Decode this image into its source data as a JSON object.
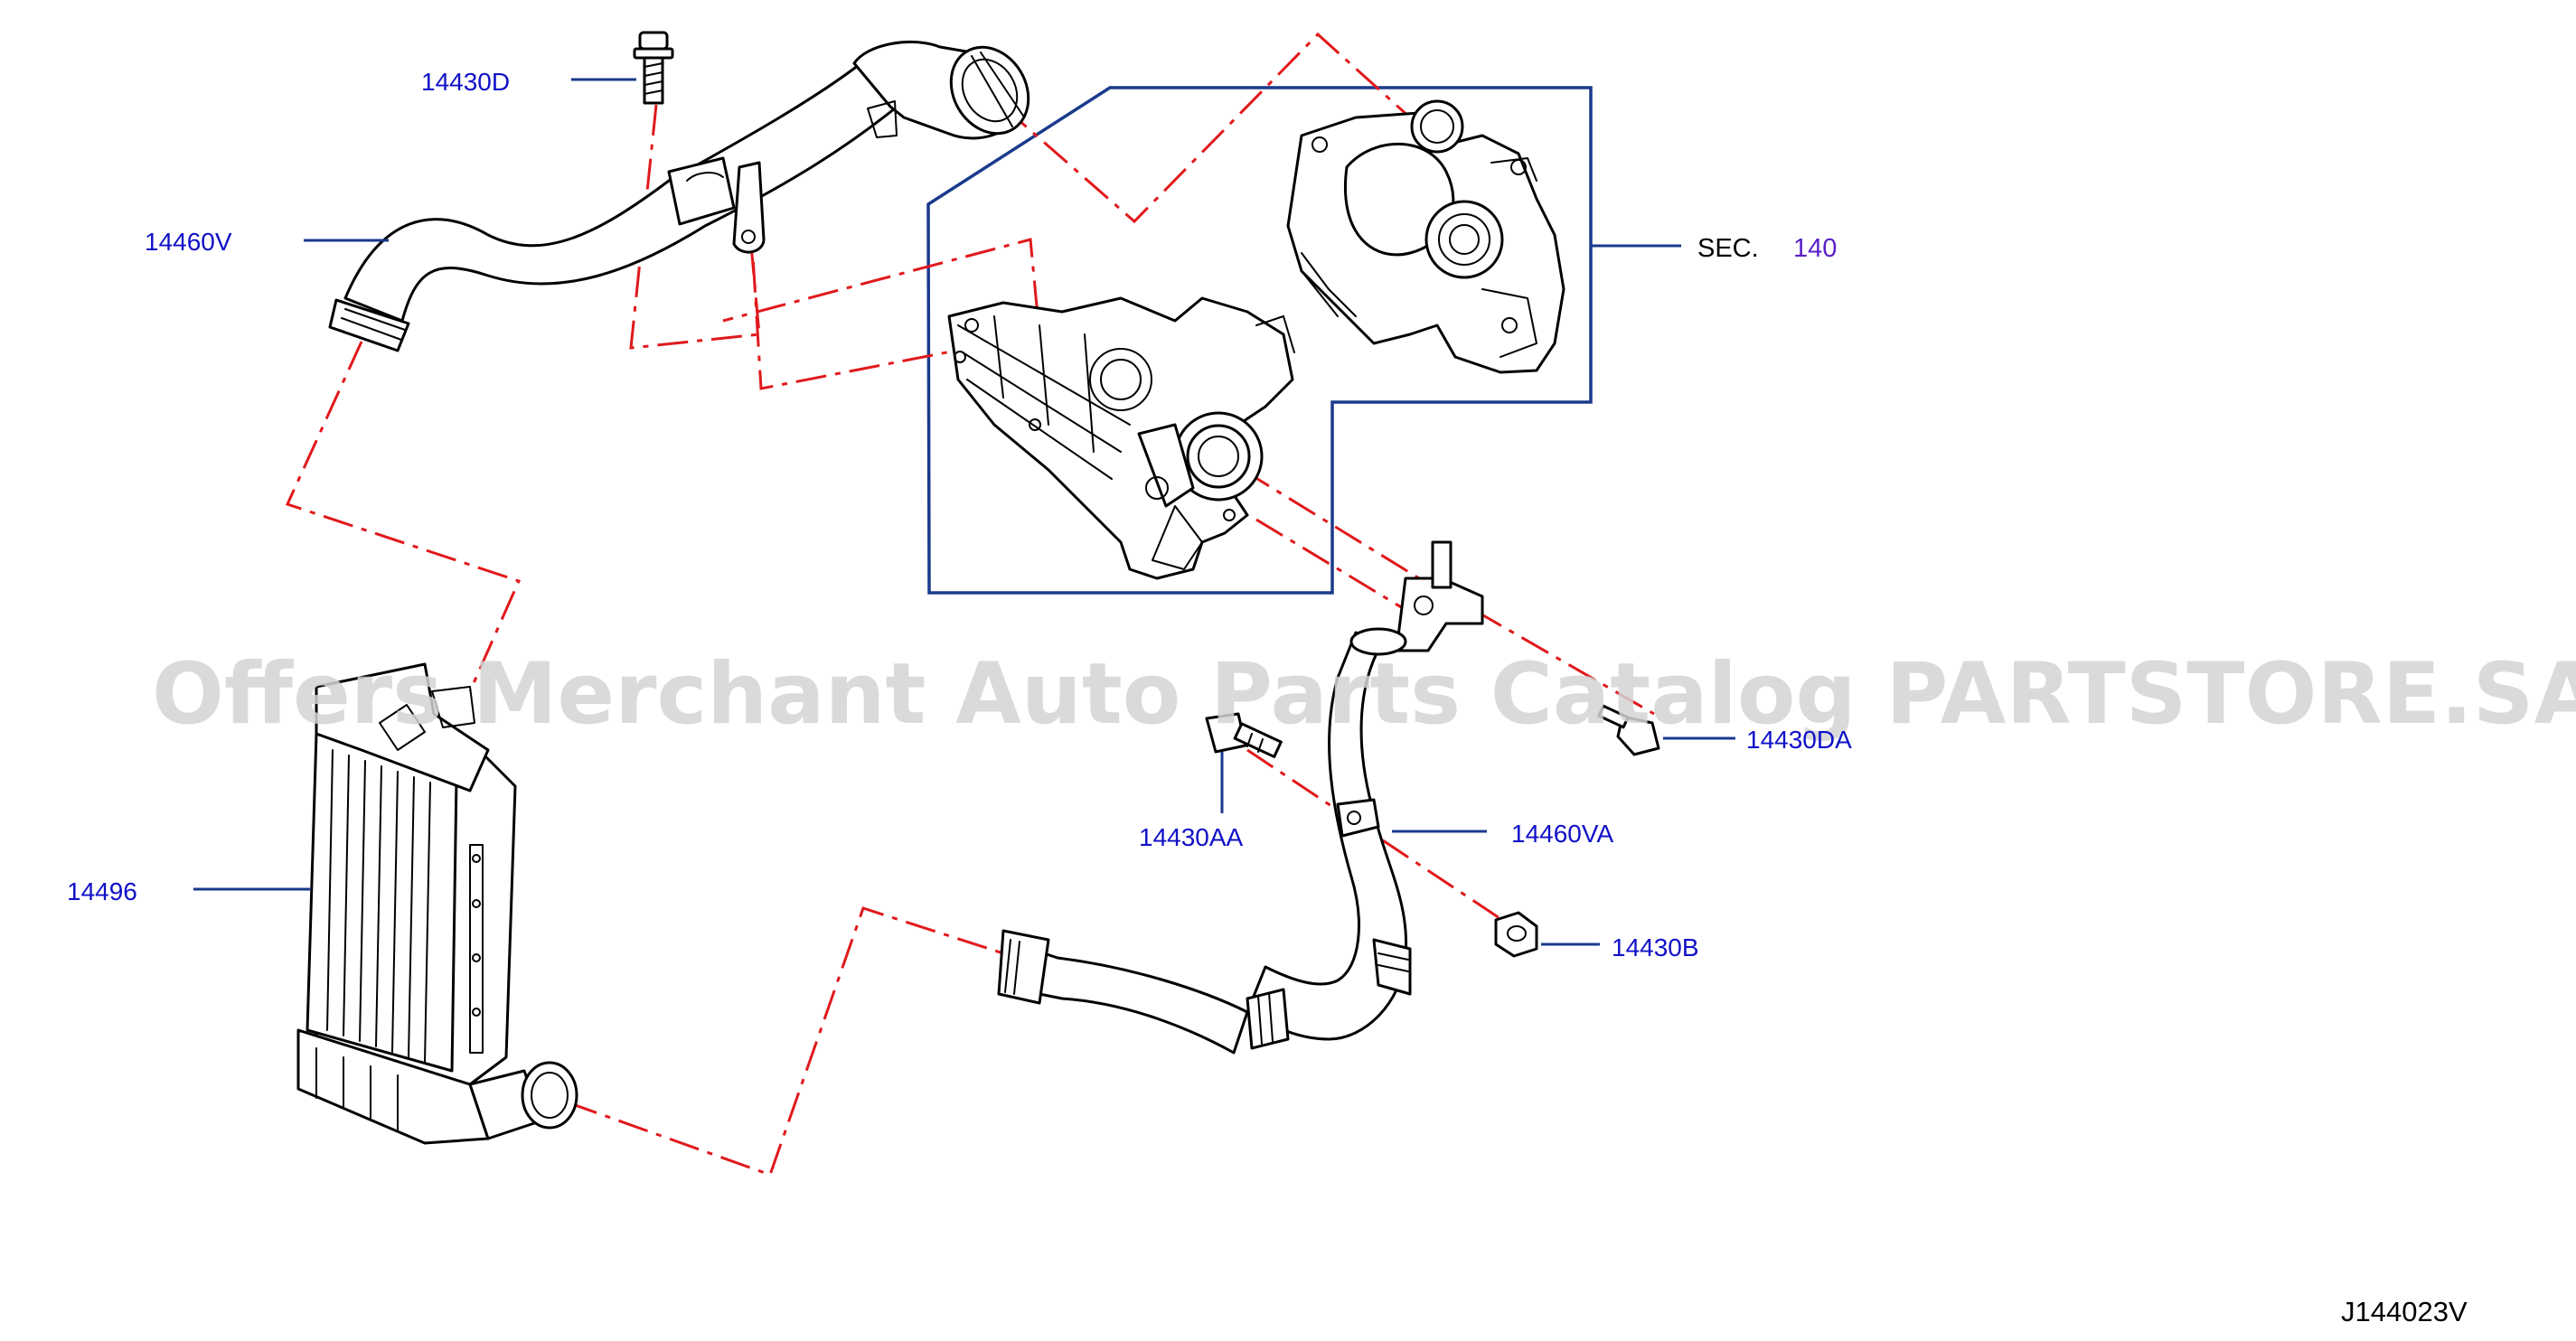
{
  "labels": {
    "p14430D": "14430D",
    "p14460V": "14460V",
    "p14496": "14496",
    "p14430DA": "14430DA",
    "p14430AA": "14430AA",
    "p14460VA": "14460VA",
    "p14430B": "14430B"
  },
  "section": {
    "prefix": "SEC.",
    "number": "140"
  },
  "diagram_code": "J144023V",
  "watermark": "Offers Merchant Auto Parts Catalog PARTSTORE.SA",
  "colors": {
    "label_blue": "#1010c8",
    "leader_blue": "#1a3a8c",
    "dash_red": "#e0191c",
    "section_number": "#5a20c8",
    "watermark_gray": "#d4d4d4"
  }
}
